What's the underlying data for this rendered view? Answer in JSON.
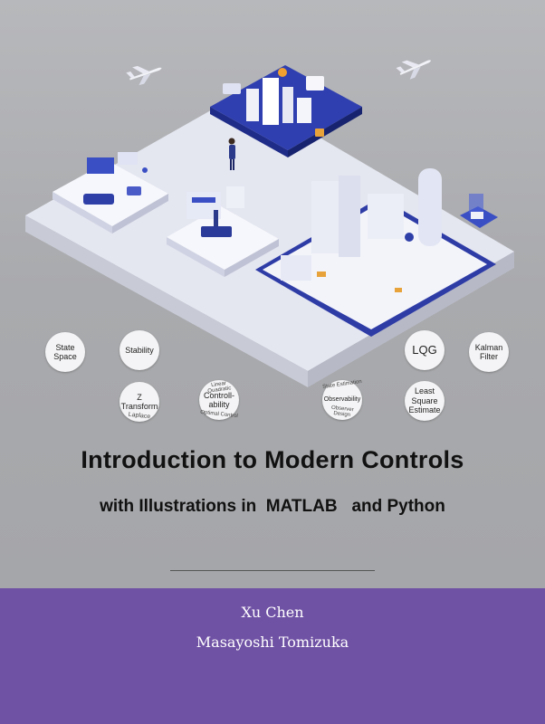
{
  "book": {
    "title": "Introduction to Modern Controls",
    "subtitle_main": "with Illustrations in",
    "subtitle_matlab": "MATLAB",
    "subtitle_python": "and Python",
    "authors": [
      "Xu Chen",
      "Masayoshi Tomizuka"
    ]
  },
  "topics": {
    "state_space": "State\nSpace",
    "stability": "Stability",
    "z_transform": "Z\nTransform",
    "z_transform_arc": "Laplace",
    "controllability": "Controll-\nability",
    "controllability_arc_top": "Linear Quadratic",
    "controllability_arc_bottom": "Optimal Control",
    "observability": "Observability",
    "observability_arc_top": "State Estimation",
    "observability_arc_bottom": "Observer Design",
    "lqg": "LQG",
    "kalman_filter": "Kalman\nFilter",
    "least_square": "Least\nSquare\nEstimate"
  },
  "colors": {
    "band": "#7052a5",
    "platform": "#e4e6f0",
    "accent_blue": "#3b4fc4"
  }
}
